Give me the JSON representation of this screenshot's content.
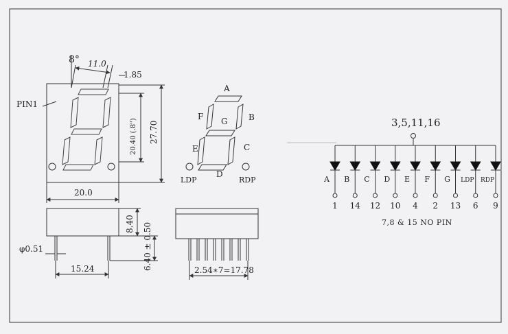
{
  "front_view": {
    "angle": "8°",
    "top_dim": "11.0",
    "slant_dim": "1.85",
    "pin1_label": "PIN1",
    "height_inner": "20.40 (.8\")",
    "height_outer": "27.70",
    "width": "20.0"
  },
  "segment_view": {
    "a": "A",
    "b": "B",
    "c": "C",
    "d": "D",
    "e": "E",
    "f": "F",
    "g": "G",
    "ldp": "LDP",
    "rdp": "RDP"
  },
  "side_view": {
    "body_height": "8.40",
    "pin_length": "6.40 ± 0.50",
    "pin_diameter": "φ0.51",
    "pin_row_spacing": "15.24"
  },
  "bottom_view": {
    "pitch": "2.54∗7=17.78"
  },
  "circuit": {
    "common_pins": "3,5,11,16",
    "segments": [
      "A",
      "B",
      "C",
      "D",
      "E",
      "F",
      "G",
      "LDP",
      "RDP"
    ],
    "pins": [
      "1",
      "14",
      "12",
      "10",
      "4",
      "2",
      "13",
      "6",
      "9"
    ],
    "note": "7,8 & 15  NO  PIN"
  }
}
